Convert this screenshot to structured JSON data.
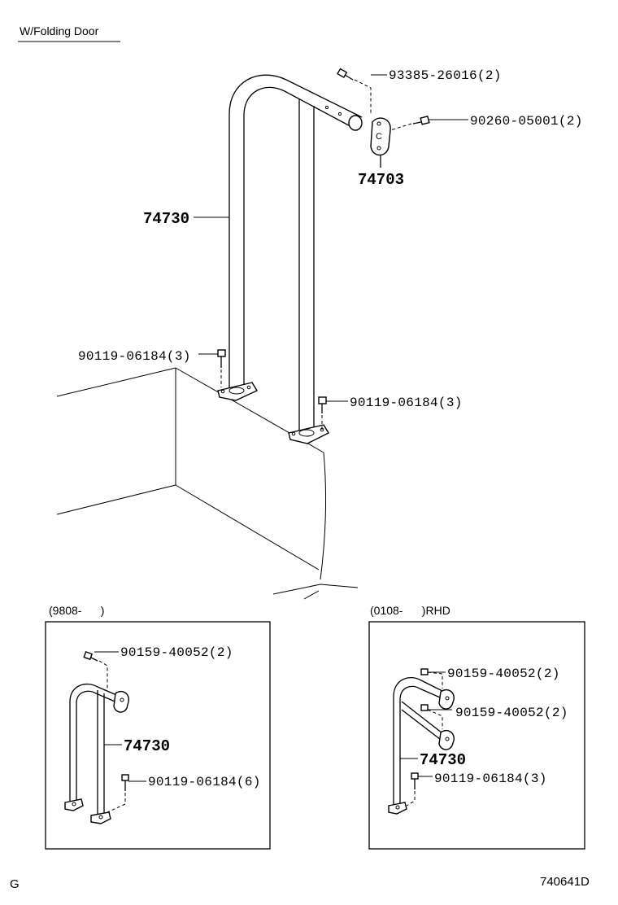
{
  "header": {
    "title": "W/Folding Door"
  },
  "main": {
    "parts": {
      "bolt_top": "93385-26016(2)",
      "bolt_side": "90260-05001(2)",
      "bracket": "74703",
      "handrail": "74730",
      "bolt_base_left": "90119-06184(3)",
      "bolt_base_right": "90119-06184(3)"
    }
  },
  "inset_left": {
    "caption": "(9808-      )",
    "part_a": "90159-40052(2)",
    "handrail": "74730",
    "part_b": "90119-06184(6)"
  },
  "inset_right": {
    "caption": "(0108-      )RHD",
    "part_a": "90159-40052(2)",
    "part_b": "90159-40052(2)",
    "handrail": "74730",
    "part_c": "90119-06184(3)"
  },
  "footer": {
    "left": "G",
    "code": "740641D"
  }
}
